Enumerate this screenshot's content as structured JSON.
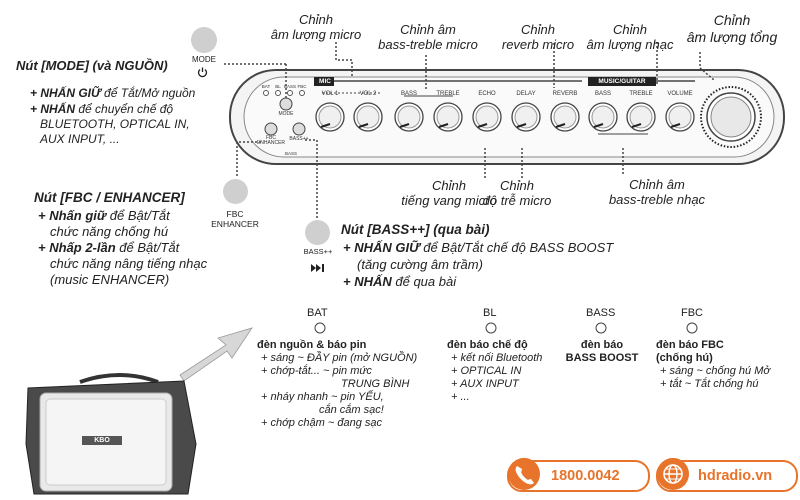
{
  "panel": {
    "mic_tag": "MIC",
    "music_tag": "MUSIC/GUITAR",
    "knobs_mic": [
      "VOL 1",
      "VOL 2",
      "BASS",
      "TREBLE",
      "ECHO",
      "DELAY",
      "REVERB"
    ],
    "knobs_music": [
      "BASS",
      "TREBLE",
      "VOLUME"
    ],
    "leds": [
      "BAT",
      "BL",
      "BASS",
      "FBC"
    ],
    "mode_small": "MODE",
    "fbc_small": "FBC\nENHANCER",
    "bass_small": "BASS++",
    "bass_small2": "BASS"
  },
  "buttons": {
    "mode_label": "MODE",
    "power_icon": "power-icon",
    "fbc_label": "FBC\nENHANCER",
    "bass_label": "BASS++",
    "skip_icon": "next-track-icon"
  },
  "callouts_top": [
    "Chỉnh\nâm lượng micro",
    "Chỉnh âm\nbass-treble micro",
    "Chỉnh\nreverb micro",
    "Chỉnh\nâm lượng nhạc",
    "Chỉnh\nâm lượng tổng"
  ],
  "callouts_bottom": [
    "Chỉnh\ntiếng vang micro",
    "Chỉnh\nđộ trễ micro",
    "Chỉnh âm\nbass-treble nhạc"
  ],
  "mode_note": {
    "title": "Nút [MODE] (và NGUỒN)",
    "l1_b": "+ NHẤN GIỮ",
    "l1": " để Tắt/Mở nguồn",
    "l2_b": "+ NHẤN",
    "l2": " để chuyển chế độ",
    "l3": "BLUETOOTH, OPTICAL IN,",
    "l4": "AUX INPUT, ..."
  },
  "fbc_note": {
    "title": "Nút [FBC / ENHANCER]",
    "l1_b": "+ Nhấn giữ",
    "l1": " để Bật/Tắt",
    "l2": "chức năng chống hú",
    "l3_b": "+ Nhấp 2-lần",
    "l3": " để Bật/Tắt",
    "l4": "chức năng nâng tiếng nhạc",
    "l5": "(music ENHANCER)"
  },
  "bass_note": {
    "title": "Nút [BASS++] (qua bài)",
    "l1_b": "+ NHẤN GIỮ",
    "l1": " để Bật/Tắt chế độ BASS BOOST",
    "l2": "(tăng cường âm trầm)",
    "l3_b": "+ NHẤN",
    "l3": " để qua bài"
  },
  "led_sections": [
    {
      "label": "BAT",
      "title": "đèn nguồn & báo pin",
      "items": [
        "+ sáng ~ ĐẦY pin (mở NGUỒN)",
        "+ chớp-tắt... ~ pin mức",
        "TRUNG BÌNH",
        "+ nháy nhanh ~ pin YẾU,",
        "cắn cắm sạc!",
        "+ chớp chậm ~ đang sạc"
      ]
    },
    {
      "label": "BL",
      "title": "đèn báo chế độ",
      "items": [
        "+ kết nối Bluetooth",
        "+ OPTICAL IN",
        "+ AUX INPUT",
        "+ ..."
      ]
    },
    {
      "label": "BASS",
      "title": "đèn báo\nBASS BOOST",
      "items": []
    },
    {
      "label": "FBC",
      "title": "đèn báo FBC\n(chống hú)",
      "items": [
        "+ sáng ~ chống hú Mở",
        "+ tắt ~ Tắt chống hú"
      ]
    }
  ],
  "speaker_logo": "KBO",
  "contact": {
    "phone": "1800.0042",
    "website": "hdradio.vn",
    "phone_icon": "phone-icon",
    "web_icon": "globe-icon",
    "accent": "#e8732a"
  }
}
